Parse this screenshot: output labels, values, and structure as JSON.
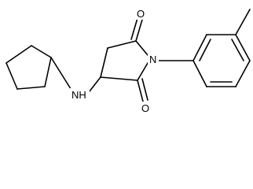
{
  "molecule": {
    "atoms": {
      "nitrogen_ring": "N",
      "nitrogen_amine": "NH",
      "oxygen_top": "O",
      "oxygen_bottom": "O"
    }
  }
}
